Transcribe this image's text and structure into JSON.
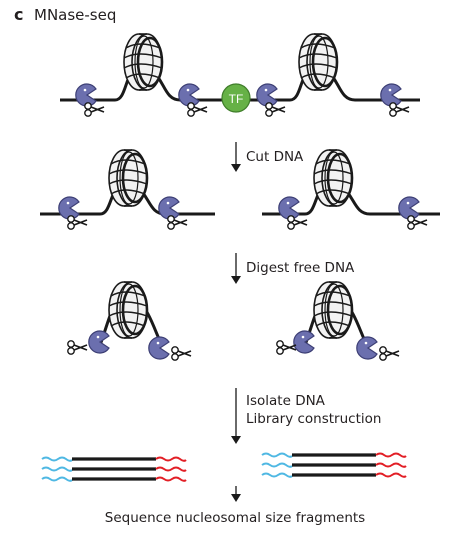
{
  "panel": {
    "label": "c",
    "title": "MNase-seq"
  },
  "tf_label": "TF",
  "steps": [
    {
      "label": "Cut DNA"
    },
    {
      "label": "Digest free DNA"
    },
    {
      "label": "Isolate DNA",
      "label2": "Library construction"
    }
  ],
  "final_label": "Sequence nucleosomal size fragments",
  "colors": {
    "dna": "#1a1a1a",
    "histone_fill": "#f2f2f2",
    "mnase": "#6b6fae",
    "tf": "#66b146",
    "fragment_blue": "#4fb8e3",
    "fragment_red": "#e21f26"
  },
  "icons": [
    "nucleosome-icon",
    "mnase-enzyme-icon",
    "scissors-icon",
    "tf-icon",
    "down-arrow-icon"
  ]
}
